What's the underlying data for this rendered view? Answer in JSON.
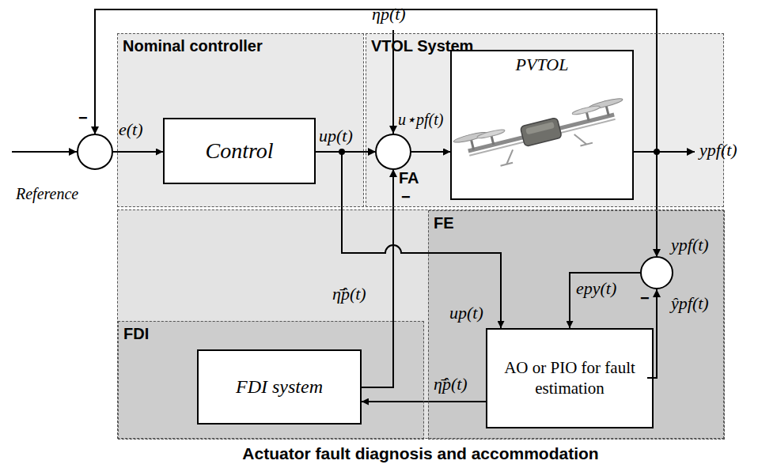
{
  "diagram": {
    "nodes": [
      {
        "text": [
          "Nominal controller"
        ]
      },
      {
        "text": [
          "Control"
        ],
        "in": 0
      },
      {
        "text": [
          "VTOL System"
        ]
      },
      {
        "text": [
          "PVTOL"
        ],
        "in": 2
      },
      {
        "text": [
          "Actuator fault diagnosis and accommodation"
        ]
      },
      {
        "text": [
          "FE"
        ],
        "in": 4
      },
      {
        "text": [
          "AO or PIO for fault estimation"
        ],
        "in": 5
      },
      {
        "text": [
          "FDI"
        ],
        "in": 4
      },
      {
        "text": [
          "FDI system"
        ],
        "in": 7
      }
    ],
    "edges": [
      {
        "from": 3,
        "to": 1,
        "arrow": "to"
      },
      {
        "from": 1,
        "to": 3,
        "arrow": "to"
      },
      {
        "from": 8,
        "to": 3,
        "arrow": "to"
      },
      {
        "from": 1,
        "to": 6,
        "arrow": "to"
      },
      {
        "from": 3,
        "to": 6,
        "arrow": "to"
      },
      {
        "from": 6,
        "to": 8,
        "arrow": "to"
      }
    ],
    "labels": [
      "e(t)",
      "up(t)",
      "η̄p(t)",
      "u⋆pf(t)",
      "ypf(t)",
      "−",
      "Reference",
      "FA",
      "−",
      "up(t)",
      "epy(t)",
      "ypf(t)",
      "ŷpf(t)",
      "−",
      "η̄̂p(t)",
      "η̄̂p(t)"
    ]
  }
}
